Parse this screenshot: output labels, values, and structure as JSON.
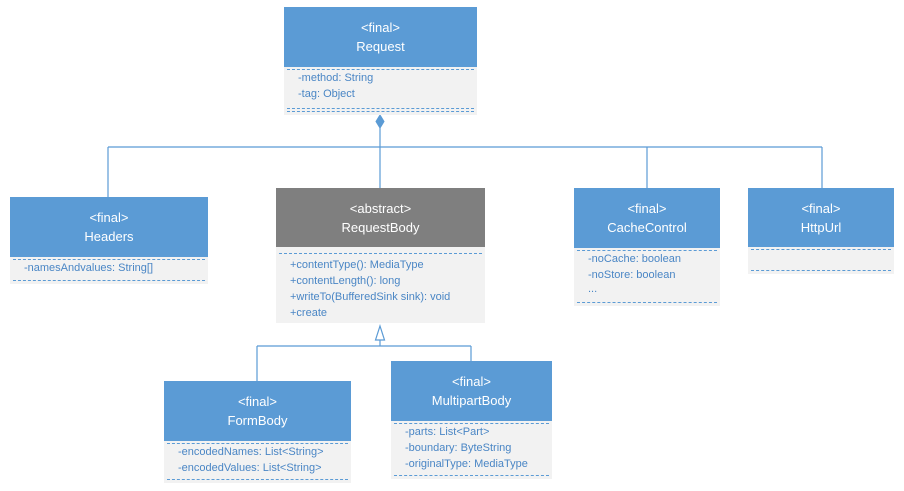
{
  "classes": {
    "request": {
      "stereotype": "<final>",
      "name": "Request",
      "members": [
        "-method: String",
        "-tag: Object"
      ]
    },
    "headers": {
      "stereotype": "<final>",
      "name": "Headers",
      "members": [
        "-namesAndvalues: String[]"
      ]
    },
    "request_body": {
      "stereotype": "<abstract>",
      "name": "RequestBody",
      "members": [
        "+contentType(): MediaType",
        "+contentLength(): long",
        "+writeTo(BufferedSink sink): void",
        "+create"
      ]
    },
    "cache_control": {
      "stereotype": "<final>",
      "name": "CacheControl",
      "members": [
        "-noCache: boolean",
        "-noStore: boolean",
        "..."
      ]
    },
    "http_url": {
      "stereotype": "<final>",
      "name": "HttpUrl",
      "members": []
    },
    "form_body": {
      "stereotype": "<final>",
      "name": "FormBody",
      "members": [
        "-encodedNames: List<String>",
        "-encodedValues: List<String>"
      ]
    },
    "multipart_body": {
      "stereotype": "<final>",
      "name": "MultipartBody",
      "members": [
        "-parts: List<Part>",
        "-boundary: ByteString",
        "-originalType: MediaType"
      ]
    }
  },
  "colors": {
    "class_header": "#5b9bd5",
    "abstract_header": "#7f7f7f",
    "body_bg": "#f2f2f2",
    "member_text": "#4a86c5",
    "line": "#5b9bd5"
  }
}
